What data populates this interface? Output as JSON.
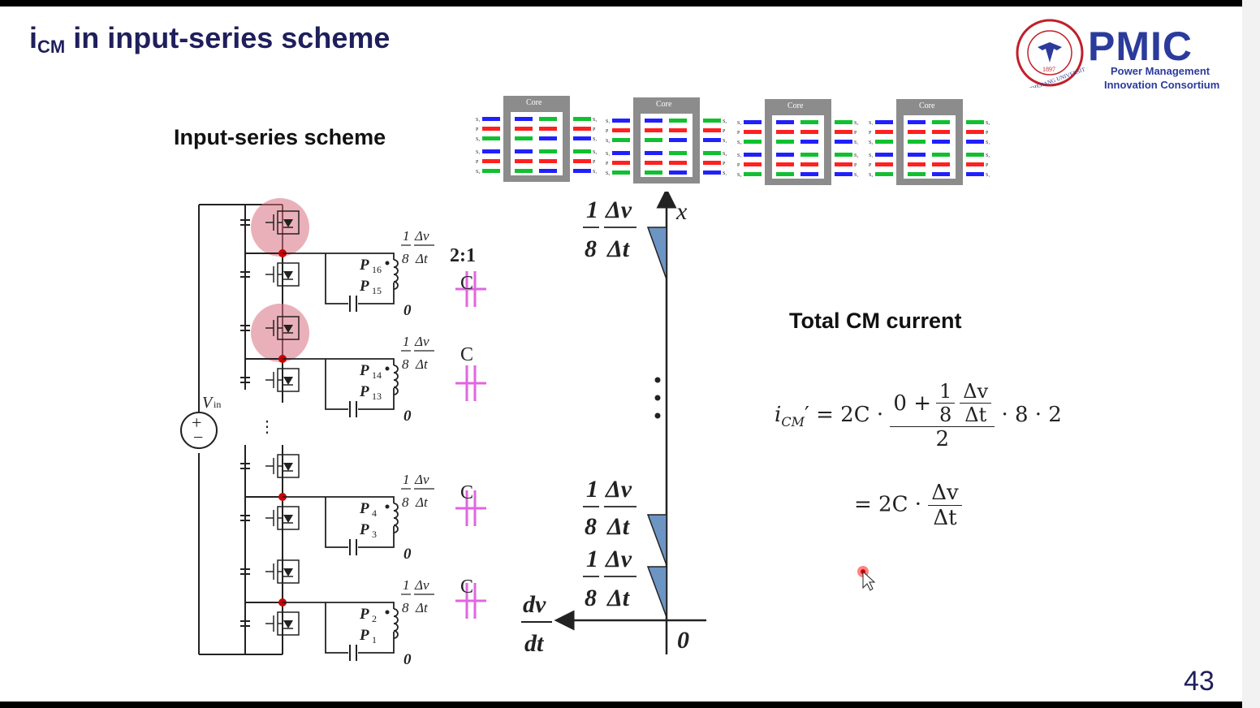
{
  "slide": {
    "title_main": "i",
    "title_sub": "CM",
    "title_rest": " in input-series scheme",
    "page_number": "43"
  },
  "logo": {
    "pmic": "PMIC",
    "line1": "Power Management",
    "line2": "Innovation Consortium",
    "seal_year": "1897",
    "seal_text": "ZHEJIANG UNIVERSITY"
  },
  "left": {
    "heading": "Input-series scheme",
    "source_label": "V",
    "source_sub": "in",
    "ratio": "2:1",
    "cells": [
      {
        "top": "P",
        "top_sub": "16",
        "bottom": "P",
        "bottom_sub": "15",
        "cap": "C",
        "frac_a": "1",
        "frac_b": "8",
        "dv": "Δv",
        "dt": "Δt",
        "zero": "0"
      },
      {
        "top": "P",
        "top_sub": "14",
        "bottom": "P",
        "bottom_sub": "13",
        "cap": "C",
        "frac_a": "1",
        "frac_b": "8",
        "dv": "Δv",
        "dt": "Δt",
        "zero": "0"
      },
      {
        "top": "P",
        "top_sub": "4",
        "bottom": "P",
        "bottom_sub": "3",
        "cap": "C",
        "frac_a": "1",
        "frac_b": "8",
        "dv": "Δv",
        "dt": "Δt",
        "zero": "0"
      },
      {
        "top": "P",
        "top_sub": "2",
        "bottom": "P",
        "bottom_sub": "1",
        "cap": "C",
        "frac_a": "1",
        "frac_b": "8",
        "dv": "Δv",
        "dt": "Δt",
        "zero": "0"
      }
    ]
  },
  "cores": {
    "label": "Core",
    "left_labels": [
      "S₁",
      "P",
      "S₂",
      "S₁",
      "P",
      "S₂"
    ],
    "right_labels_a": [
      "S₂",
      "P",
      "S₁",
      "S₂",
      "P",
      "S₁"
    ]
  },
  "axis": {
    "y_label": "x",
    "x_label_n": "dv",
    "x_label_d": "dt",
    "origin": "0",
    "frac_a": "1",
    "frac_b": "8",
    "dv": "Δv",
    "dt": "Δt"
  },
  "right": {
    "heading": "Total CM current",
    "lhs": "i",
    "lhs_sub": "CM",
    "prime": "′",
    "eq1_pre": "= 2C ·",
    "eq1_num_a": "0 +",
    "eq1_num_frac_n": "1",
    "eq1_num_frac_d": "8",
    "eq1_num_dv": "Δv",
    "eq1_num_dt": "Δt",
    "eq1_den": "2",
    "eq1_post": "· 8 · 2",
    "eq2_pre": "= 2C ·",
    "eq2_n": "Δv",
    "eq2_d": "Δt"
  },
  "colors": {
    "title": "#1f1f5c",
    "brand": "#2b3b9c",
    "seal": "#c0202a",
    "highlight": "#d9707f",
    "cap_pink": "#e066e0",
    "tri_fill": "#6d95c4",
    "core_gray": "#8c8c8c",
    "wire_red": "#ff2020",
    "wire_blue": "#2020ff",
    "wire_green": "#10c030"
  }
}
